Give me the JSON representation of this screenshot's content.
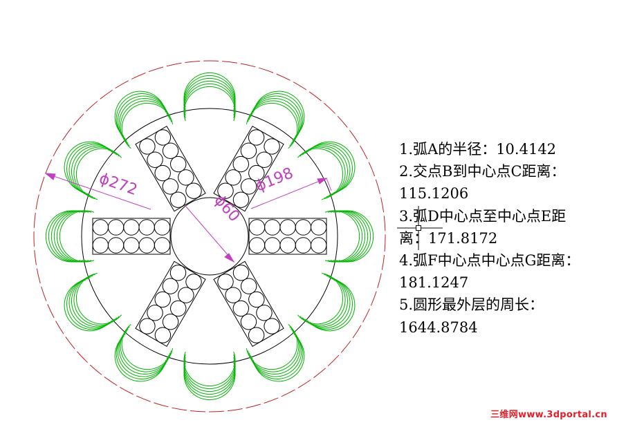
{
  "dimensions": {
    "outer_label": "ϕ272",
    "inner_label": "ϕ198",
    "hub_label": "ϕ60"
  },
  "answers": [
    "1.弧A的半径：10.4142",
    "2.交点B到中心点C距离：",
    "115.1206",
    "3.弧D中心点至中心点E距",
    "离：171.8172",
    "4.弧F中心点中心点G距离：",
    "181.1247",
    "5.圆形最外层的周长：",
    "1644.8784"
  ],
  "watermark": "三维网www.3dportal.cn",
  "colors": {
    "outer_circle": "#c02020",
    "arcs": "#00b400",
    "dimension": "#c040c0",
    "lines": "#000000",
    "watermark": "#e0202a"
  }
}
